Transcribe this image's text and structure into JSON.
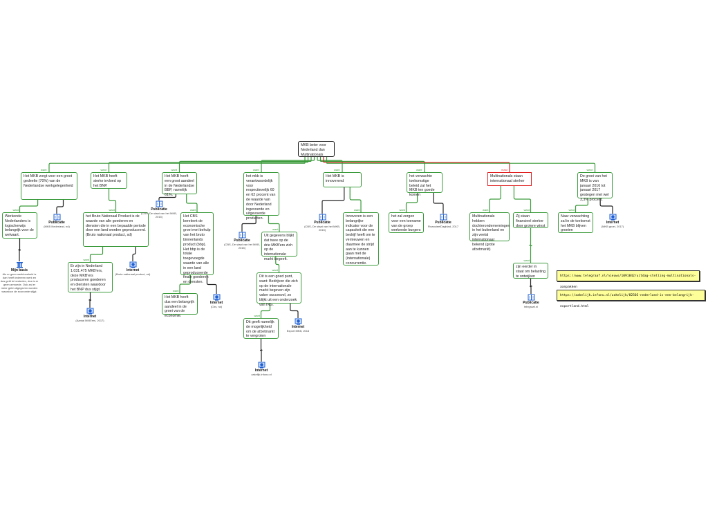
{
  "root": "MKB beter voor Nederland dan Multinationals",
  "labels": {
    "want": "want",
    "maar": "maar"
  },
  "nodes": {
    "n1": "Het MKB zorgt voor een groot gedeelte (70%) van de Nederlandse werkgelegenheid",
    "n1a": "Werkende Nederlanders is logischerwijs belangrijk voor de welvaart.",
    "n2": "Het MKB heeft sterke invloed op het BNP.",
    "n2a": "het Bruto Nationaal Product is de waarde van alle goederen en diensten die in een bepaalde periode door een land worden geproduceerd. (Bruto nationaal product, sd)",
    "n2b": "Er zijn in Nederland 1.031.475 MKB'ers, deze MKB'ers produceren goederen en diensten waardoor het BNP dus stijgt.",
    "n3": "Het MKB heeft een groot aandeel in de Nederlandse BBP, namelijk 61%.",
    "n3a": "Het CBS berekent de economische groei met behulp van het bruto binnenlands product (bbp). Het bbp is de totale toegevoegde waarde van alle in een land geproduceerde finale goederen en diensten.",
    "n3b": "Het MKB heeft dus een belangrijk aandeel in de groei van de economie.",
    "n4": "het mkb is verantwoordelijk voor respectievelijk 60 en 62 procent van de waarde van door Nederland ingevoerde en uitgevoerde producten.",
    "n4a": "Uit gegevens blijkt dat twee op de drie MKB'ers zich op de internationale markt begeeft.",
    "n4b": "Dit is een goed punt, want: Bedrijven die zich op de internationale markt begeven zijn vaker succesvol, zo blijkt uit een onderzoek van ING.",
    "n4c": "Dit geeft namelijk de mogelijkheid om de afzetmarkt te vergroten",
    "n5": "Het MKB is innoverend",
    "n5a": "Innoveren is een belangrijke indicator voor de capaciteit die een bedrijf heeft om te vernieuwen en daarmee de strijd aan te kunnen gaan met de (internationale) concurrentie.",
    "n6": "het verwachte toekomstige beleid zal het MKB ten goede komen",
    "n6a": "het zal zorgen voor een toename van de groep werkende burgers",
    "n7": "Multinationals staan internationaal sterker",
    "n7a": "Multinationals hebben dochterondernemingen in het buitenland en zijn veelal internationaal bekend (grote afzetmarkt)",
    "n7b": "Zij staan financieel sterker door grotere winst",
    "n7c": "zijn eerder in staat om belasting te ontwijken",
    "n8": "De groei van het MKB is van januari 2016 tot januari 2017 gestegen met wel 3,3% procent.",
    "n8a": "Naar verwachting zal in de toekomst het MKB blijven groeien"
  },
  "sources": {
    "s1": {
      "type": "Publicatie",
      "ref": "(MKB Nederland, nd)"
    },
    "s1a": {
      "type": "Mijn basis",
      "ref": "Als er geen werkloosheid is dan heeft iedereen werk en dus geld te besteden, dus is er geen armoede. Ook zal er meer geld uitgegeven worden waardoor de economie stijgt."
    },
    "s2a": {
      "type": "Internet",
      "ref": "(Bruto nationaal product, nd)"
    },
    "s2b": {
      "type": "Internet",
      "ref": "(Aantal MKB'ers, 2017)"
    },
    "s3": {
      "type": "Publicatie",
      "ref": "(CBS, De staat van het MKB, 2015)"
    },
    "s3a": {
      "type": "Internet",
      "ref": "(Cbs, nd)"
    },
    "s4": {
      "type": "Publicatie",
      "ref": "(CBS, De staat van het MKB, 2015)"
    },
    "s4b": {
      "type": "Internet",
      "ref": "Export MKB, 2016"
    },
    "s4c": {
      "type": "Internet",
      "ref": "zakelijk.infonu.nl"
    },
    "s5": {
      "type": "Publicatie",
      "ref": "(CBS, De staat van het MKB, 2015)"
    },
    "s6": {
      "type": "Publicatie",
      "ref": "FinancieelDagblad, 2017"
    },
    "s7": {
      "type": "Publicatie",
      "ref": "telegraaf.nl"
    },
    "s8": {
      "type": "Internet",
      "ref": "(MKB groei, 2017)"
    }
  },
  "notes": [
    "https://www.telegraaf.nl/nieuws/1091842/uitdag-stelling-multinationals-aanpakken",
    "https://zakelijk.infonu.nl/zakelijk/82503-nederland-is-een-belangrijk-exportland.html"
  ],
  "colors": {
    "support": "#3a9a3a",
    "oppose": "#e02020",
    "source": "#222222",
    "icon": "#1f5fd0"
  }
}
